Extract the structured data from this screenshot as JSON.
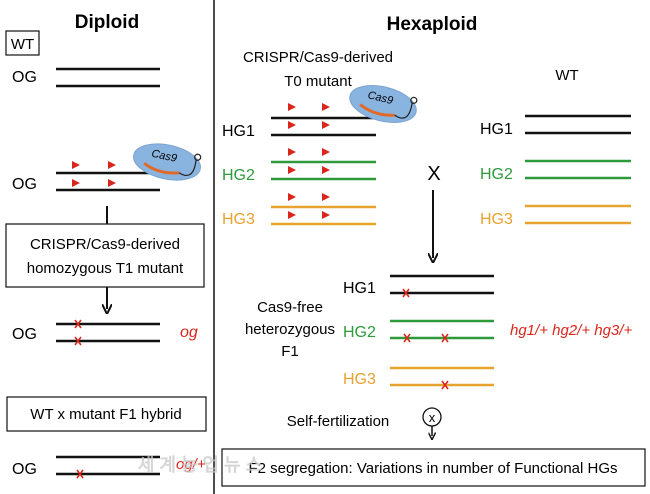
{
  "left_panel": {
    "title": "Diploid",
    "wt_box": "WT",
    "og_label": "OG",
    "cas9": "Cas9",
    "mutant_box_line1": "CRISPR/Cas9-derived",
    "mutant_box_line2": "homozygous T1 mutant",
    "og_mut_label": "og",
    "hybrid_box": "WT x mutant F1 hybrid",
    "hybrid_label": "og/+"
  },
  "right_panel": {
    "title": "Hexaploid",
    "t0_line1": "CRISPR/Cas9-derived",
    "t0_line2": "T0 mutant",
    "wt_label": "WT",
    "cross": "X",
    "hg1": "HG1",
    "hg2": "HG2",
    "hg3": "HG3",
    "f1_line1": "Cas9-free",
    "f1_line2": "heterozygous",
    "f1_line3": "F1",
    "f1_genotype": "hg1/+ hg2/+ hg3/+",
    "selfing": "Self-fertilization",
    "selfing_symbol": "x",
    "f2_box": "F2 segregation: Variations in number of Functional HGs"
  },
  "watermark": "세 계 농 업 뉴 스",
  "colors": {
    "black": "#111111",
    "green": "#2e9a3a",
    "orange": "#e8a22e",
    "red": "#d9261c",
    "cas9_blue": "#8ab4e0"
  }
}
